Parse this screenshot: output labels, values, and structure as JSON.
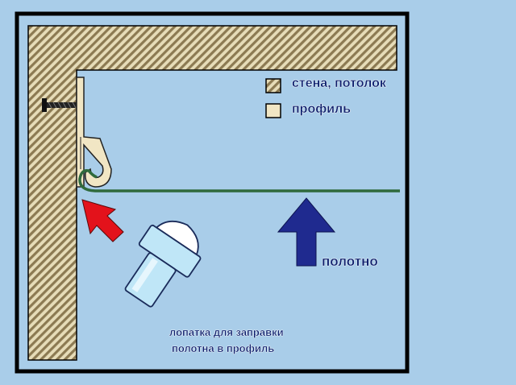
{
  "legend": {
    "wall_ceiling": "стена, потолок",
    "profile": "профиль"
  },
  "labels": {
    "canvas": "полотно",
    "tool_line1": "лопатка для заправки",
    "tool_line2": "полотна в профиль"
  },
  "colors": {
    "background": "#a9cde9",
    "frame": "#000000",
    "hatch_light": "#e6dcb8",
    "hatch_dark": "#8c7a52",
    "profile": "#f1e6c4",
    "membrane": "#2f6a3c",
    "arrow_red": "#e3121b",
    "arrow_blue": "#1f2a8f",
    "tool": "#bfe6f7",
    "text": "#0b1f6e"
  }
}
